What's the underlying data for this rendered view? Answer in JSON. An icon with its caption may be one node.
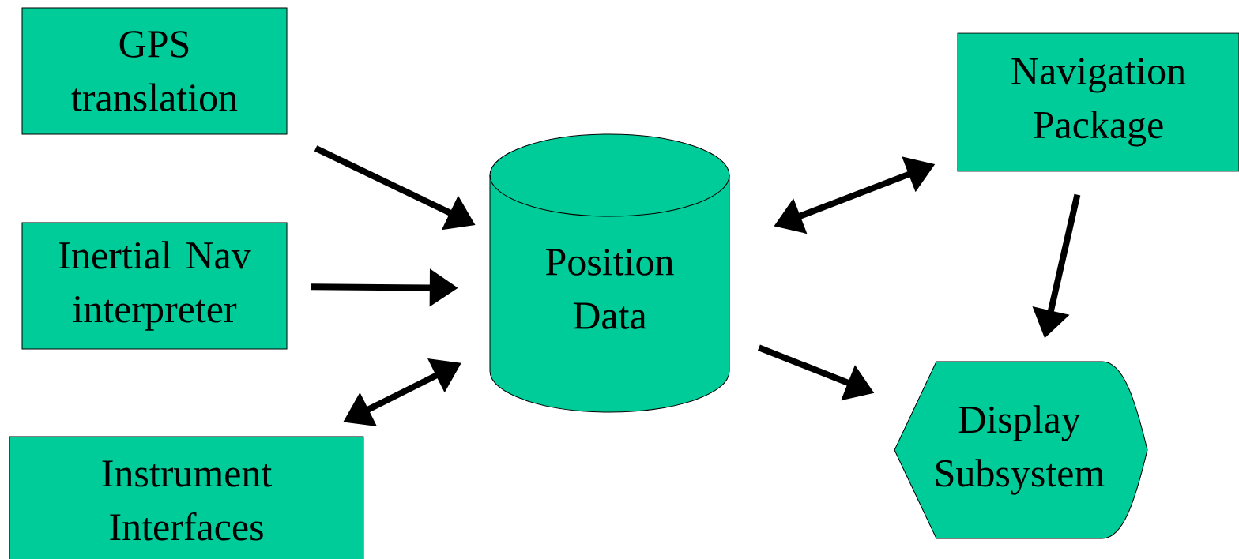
{
  "diagram": {
    "nodes": [
      {
        "text": [
          "GPS translation"
        ]
      },
      {
        "text": [
          "Inertial Nav interpreter"
        ]
      },
      {
        "text": [
          "Instrument Interfaces"
        ]
      },
      {
        "text": [
          "Position Data"
        ]
      },
      {
        "text": [
          "Navigation Package"
        ]
      },
      {
        "text": [
          "Display Subsystem"
        ]
      }
    ],
    "edges": [
      {
        "from": 0,
        "to": 3,
        "arrow": "to"
      },
      {
        "from": 1,
        "to": 3,
        "arrow": "to"
      },
      {
        "from": 2,
        "to": 3,
        "arrow": "both"
      },
      {
        "from": 3,
        "to": 4,
        "arrow": "both"
      },
      {
        "from": 4,
        "to": 5,
        "arrow": "to"
      },
      {
        "from": 3,
        "to": 5,
        "arrow": "to"
      }
    ]
  }
}
